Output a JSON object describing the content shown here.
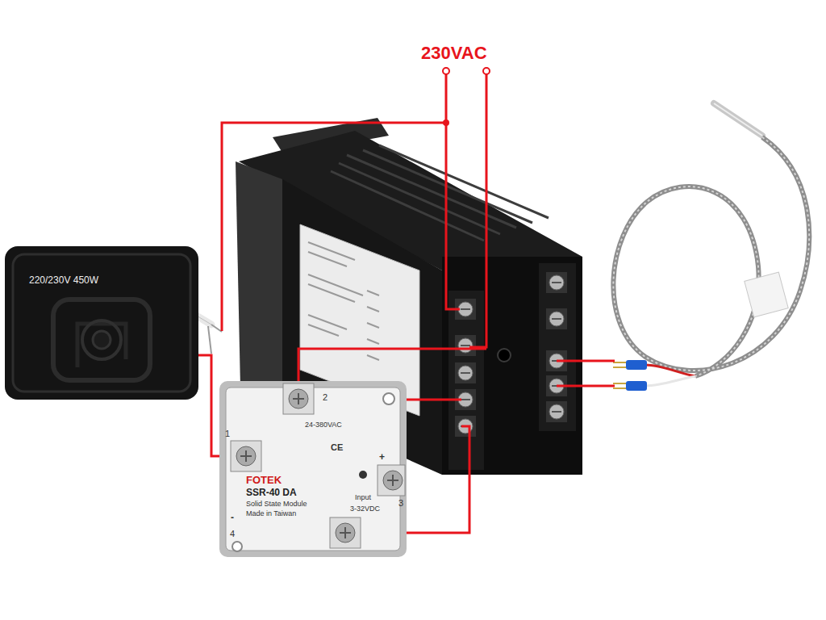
{
  "diagram": {
    "nodes": [
      {
        "text": [
          "220/230V 450W"
        ]
      },
      {
        "text": [
          "FOTEK",
          "SSR-40 DA",
          "Solid State Module",
          "Made in Taiwan",
          "24-380VAC",
          "Input",
          "3-32VDC"
        ]
      }
    ],
    "edges": [
      {
        "from": 0,
        "to": 1,
        "arrow": "none"
      }
    ],
    "labels": [
      "230VAC",
      "2",
      "1",
      "CE",
      "+",
      "3",
      "-",
      "4"
    ]
  }
}
